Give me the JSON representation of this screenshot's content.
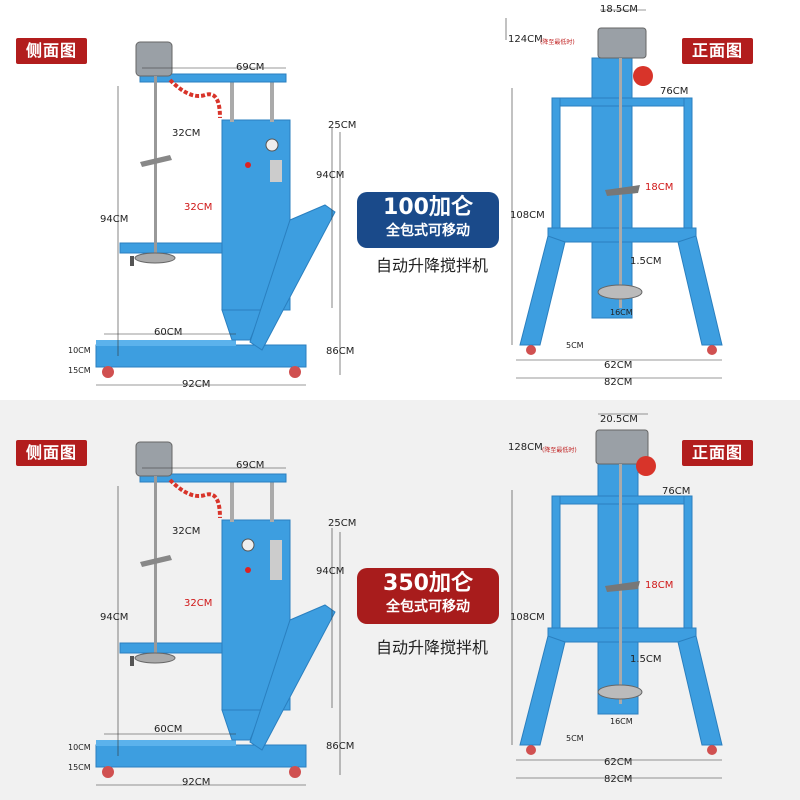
{
  "panels": [
    {
      "side_label": "侧面图",
      "front_label": "正面图",
      "badge_title": "100加仑",
      "badge_sub": "全包式可移动",
      "slogan": "自动升降搅拌机",
      "badge_color": "#1a4a8a",
      "side_dims": {
        "top_width": "69CM",
        "shaft_offset": "32CM",
        "arm": "25CM",
        "cabinet_h": "94CM",
        "left_h": "94CM",
        "blade": "32CM",
        "base_len": "60CM",
        "base_h1": "10CM",
        "base_h2": "15CM",
        "total_len": "92CM",
        "total_h": "86CM"
      },
      "front_dims": {
        "motor_w": "18.5CM",
        "height": "124CM",
        "height_note": "(降至最低时)",
        "motor_h": "76CM",
        "blade": "18CM",
        "frame_h": "108CM",
        "shaft": "1.5CM",
        "disc": "16CM",
        "foot": "5CM",
        "inner_w": "62CM",
        "outer_w": "82CM"
      }
    },
    {
      "side_label": "侧面图",
      "front_label": "正面图",
      "badge_title": "350加仑",
      "badge_sub": "全包式可移动",
      "slogan": "自动升降搅拌机",
      "badge_color": "#a81c1c",
      "side_dims": {
        "top_width": "69CM",
        "shaft_offset": "32CM",
        "arm": "25CM",
        "cabinet_h": "94CM",
        "left_h": "94CM",
        "blade": "32CM",
        "base_len": "60CM",
        "base_h1": "10CM",
        "base_h2": "15CM",
        "total_len": "92CM",
        "total_h": "86CM"
      },
      "front_dims": {
        "motor_w": "20.5CM",
        "height": "128CM",
        "height_note": "(降至最低时)",
        "motor_h": "76CM",
        "blade": "18CM",
        "frame_h": "108CM",
        "shaft": "1.5CM",
        "disc": "16CM",
        "foot": "5CM",
        "inner_w": "62CM",
        "outer_w": "82CM"
      }
    }
  ],
  "colors": {
    "machine_blue": "#3d9ee0",
    "tag_red": "#b21d1d",
    "dim_red": "#d01818",
    "hose_red": "#d8342a"
  }
}
